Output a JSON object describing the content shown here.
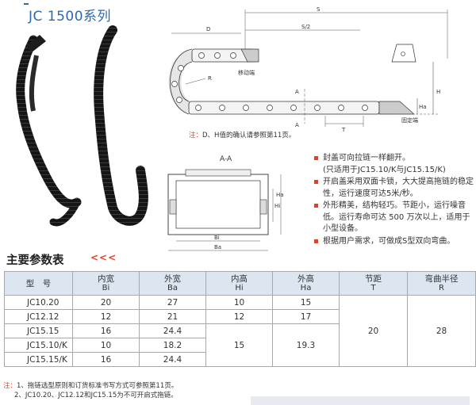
{
  "header": {
    "title": "JC 1500系列"
  },
  "side_view": {
    "labels": {
      "S": "S",
      "S2": "S/2",
      "D": "D",
      "R": "R",
      "H": "H",
      "Ha": "Ha",
      "T": "T",
      "A": "A",
      "A2": "A"
    },
    "moving_end": "移动端",
    "fixed_end": "固定端"
  },
  "note_top": {
    "mark": "注：",
    "text": "D、H值的确认请参照第11页。"
  },
  "section_view": {
    "title": "A-A",
    "labels": {
      "Bi": "Bi",
      "Ba": "Ba",
      "Hi": "Hi",
      "Ha": "Ha"
    }
  },
  "features": [
    {
      "lines": [
        "封盖可向拉链一样翻开。",
        "(只适用于JC15.10/K与JC15.15/K)"
      ]
    },
    {
      "lines": [
        "开启盖采用双面卡锁，大大提高拖链的稳定性，运行速度可达5米/秒。"
      ]
    },
    {
      "lines": [
        "外形精美，结构轻巧。节距小，运行噪音低。运行寿命可达 500 万次以上，适用于小型设备。"
      ]
    },
    {
      "lines": [
        "根据用户需求，可做成S型双向弯曲。"
      ]
    }
  ],
  "params": {
    "heading": "主要参数表",
    "arrows": "<<<",
    "headers": [
      {
        "label": "型　号",
        "sym": ""
      },
      {
        "label": "内宽",
        "sym": "Bi"
      },
      {
        "label": "外宽",
        "sym": "Ba"
      },
      {
        "label": "内高",
        "sym": "Hi"
      },
      {
        "label": "外高",
        "sym": "Ha"
      },
      {
        "label": "节距",
        "sym": "T"
      },
      {
        "label": "弯曲半径",
        "sym": "R"
      }
    ],
    "rows": [
      {
        "model": "JC10.20",
        "bi": "20",
        "ba": "27",
        "hi": "10",
        "ha": "15"
      },
      {
        "model": "JC12.12",
        "bi": "12",
        "ba": "21",
        "hi": "12",
        "ha": "17"
      },
      {
        "model": "JC15.15",
        "bi": "16",
        "ba": "24.4"
      },
      {
        "model": "JC15.10/K",
        "bi": "10",
        "ba": "18.2"
      },
      {
        "model": "JC15.15/K",
        "bi": "16",
        "ba": "24.4"
      }
    ],
    "merged": {
      "hi": "15",
      "ha": "19.3",
      "t": "20",
      "r": "28"
    }
  },
  "footnotes": {
    "mark": "注：",
    "line1": "1、拖链选型原则和订货标准书写方式可参照第11页。",
    "line2": "2、JC10.20、JC12.12和JC15.15为不可开启式拖链。"
  },
  "colors": {
    "accent": "#2d6aa8",
    "bullet": "#d8452e",
    "table_header": "#dce6f1"
  }
}
